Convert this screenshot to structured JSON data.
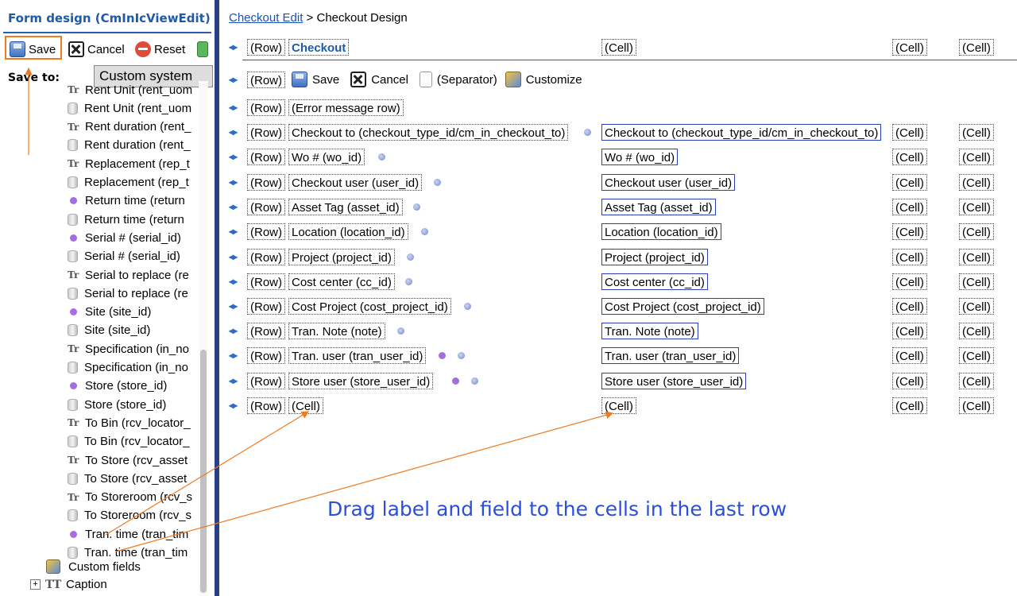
{
  "panel": {
    "title": "Form design (CmInIcViewEdit)",
    "toolbar": {
      "save": "Save",
      "cancel": "Cancel",
      "reset": "Reset"
    },
    "save_to": "Save to:",
    "tooltip": "Custom system"
  },
  "tree": {
    "items": [
      {
        "icon": "text-icon",
        "label": "Rent Unit (rent_uom"
      },
      {
        "icon": "field-icon",
        "label": "Rent Unit (rent_uom"
      },
      {
        "icon": "text-icon",
        "label": "Rent duration (rent_"
      },
      {
        "icon": "field-icon",
        "label": "Rent duration (rent_"
      },
      {
        "icon": "text-icon",
        "label": "Replacement (rep_t"
      },
      {
        "icon": "field-icon",
        "label": "Replacement (rep_t"
      },
      {
        "icon": "dot-icon",
        "label": "Return time (return"
      },
      {
        "icon": "field-icon",
        "label": "Return time (return"
      },
      {
        "icon": "dot-icon",
        "label": "Serial # (serial_id)"
      },
      {
        "icon": "field-icon",
        "label": "Serial # (serial_id)"
      },
      {
        "icon": "text-icon",
        "label": "Serial to replace (re"
      },
      {
        "icon": "field-icon",
        "label": "Serial to replace (re"
      },
      {
        "icon": "dot-icon",
        "label": "Site (site_id)"
      },
      {
        "icon": "field-icon",
        "label": "Site (site_id)"
      },
      {
        "icon": "text-icon",
        "label": "Specification (in_no"
      },
      {
        "icon": "field-icon",
        "label": "Specification (in_no"
      },
      {
        "icon": "dot-icon",
        "label": "Store (store_id)"
      },
      {
        "icon": "field-icon",
        "label": "Store (store_id)"
      },
      {
        "icon": "text-icon",
        "label": "To Bin (rcv_locator_"
      },
      {
        "icon": "field-icon",
        "label": "To Bin (rcv_locator_"
      },
      {
        "icon": "text-icon",
        "label": "To Store (rcv_asset"
      },
      {
        "icon": "field-icon",
        "label": "To Store (rcv_asset"
      },
      {
        "icon": "text-icon",
        "label": "To Storeroom (rcv_s"
      },
      {
        "icon": "field-icon",
        "label": "To Storeroom (rcv_s"
      },
      {
        "icon": "dot-icon",
        "label": "Tran. time (tran_tim"
      },
      {
        "icon": "field-icon",
        "label": "Tran. time (tran_tim"
      }
    ],
    "custom_fields": "Custom fields",
    "caption": "Caption"
  },
  "breadcrumb": {
    "link": "Checkout Edit",
    "separator": " > ",
    "current": "Checkout Design"
  },
  "design": {
    "row_label": "(Row)",
    "cell_label": "(Cell)",
    "header_title": "Checkout",
    "buttons": {
      "save": "Save",
      "cancel": "Cancel",
      "separator": "(Separator)",
      "customize": "Customize"
    },
    "error_row": "(Error message row)",
    "rows": [
      {
        "label": "Checkout to (checkout_type_id/cm_in_checkout_to)",
        "field": "Checkout to (checkout_type_id/cm_in_checkout_to)",
        "purple": false
      },
      {
        "label": "Wo # (wo_id)",
        "field": "Wo # (wo_id)",
        "purple": false
      },
      {
        "label": "Checkout user (user_id)",
        "field": "Checkout user (user_id)",
        "purple": false
      },
      {
        "label": "Asset Tag (asset_id)",
        "field": "Asset Tag (asset_id)",
        "purple": false
      },
      {
        "label": "Location (location_id)",
        "field": "Location (location_id)",
        "purple": false
      },
      {
        "label": "Project (project_id)",
        "field": "Project (project_id)",
        "purple": false
      },
      {
        "label": "Cost center (cc_id)",
        "field": "Cost center (cc_id)",
        "purple": false
      },
      {
        "label": "Cost Project (cost_project_id)",
        "field": "Cost Project (cost_project_id)",
        "purple": false
      },
      {
        "label": "Tran. Note (note)",
        "field": "Tran. Note (note)",
        "purple": false
      },
      {
        "label": "Tran. user (tran_user_id)",
        "field": "Tran. user (tran_user_id)",
        "purple": true
      },
      {
        "label": "Store user (store_user_id)",
        "field": "Store user (store_user_id)",
        "purple": true
      }
    ]
  },
  "annotation": {
    "text": "Drag label and field to the cells in the last row",
    "color": "#f07a1f"
  },
  "colors": {
    "accent": "#1f5aa8",
    "divider": "#2a3f8a",
    "field_border": "#2b3fb8",
    "instruction": "#2b4fd9"
  }
}
